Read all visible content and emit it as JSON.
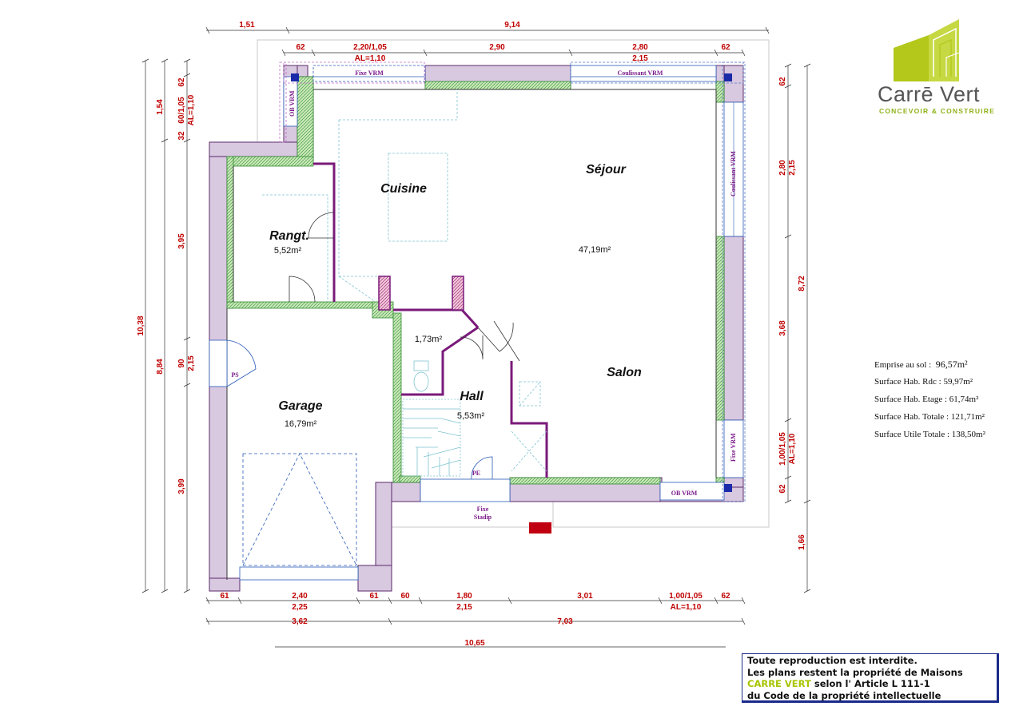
{
  "brand": {
    "name": "Carrē Vert",
    "tagline": "CONCEVOIR & CONSTRUIRE",
    "color": "#a8c400"
  },
  "rooms": {
    "sejour": "Séjour",
    "cuisine": "Cuisine",
    "sejour_area": "47,19m²",
    "rangt": "Rangt.",
    "rangt_area": "5,52m²",
    "wc_area": "1,73m²",
    "hall": "Hall",
    "hall_area": "5,53m²",
    "salon": "Salon",
    "garage": "Garage",
    "garage_area": "16,79m²"
  },
  "windows": {
    "fixe_vrm": "Fixe  VRM",
    "coulissant_vrm_top": "Coulissant  VRM",
    "ob_vrm_left": "OB  VRM",
    "coulissant_vrm_right": "Coulissant  VRM",
    "fixe_vrm_right": "Fixe  VRM",
    "ob_vrm_bottom": "OB  VRM",
    "fixe_stadip_1": "Fixe",
    "fixe_stadip_2": "Stadip",
    "ps": "PS",
    "pe": "PE"
  },
  "dimensions": {
    "top_1_51": "1,51",
    "top_9_14": "9,14",
    "top_62a": "62",
    "top_220": "2,20/1,05",
    "top_al": "AL=1,10",
    "top_290": "2,90",
    "top_280": "2,80",
    "top_215": "2,15",
    "top_62b": "62",
    "left_154": "1,54",
    "left_32": "32",
    "left_60_105": "60/1,05",
    "left_62": "62",
    "left_al": "AL=1,10",
    "left_395": "3,95",
    "left_1038": "10,38",
    "left_884": "8,84",
    "left_90": "90",
    "left_215": "2,15",
    "left_399": "3,99",
    "right_62a": "62",
    "right_280": "2,80",
    "right_215": "2,15",
    "right_872": "8,72",
    "right_368": "3,68",
    "right_100_105": "1,00/1,05",
    "right_al": "AL=1,10",
    "right_62b": "62",
    "right_166": "1,66",
    "bot_61a": "61",
    "bot_240": "2,40",
    "bot_225": "2,25",
    "bot_61b": "61",
    "bot_60": "60",
    "bot_180": "1,80",
    "bot_215": "2,15",
    "bot_301": "3,01",
    "bot_100_105": "1,00/1,05",
    "bot_al": "AL=1,10",
    "bot_62": "62",
    "bot_362": "3,62",
    "bot_703": "7,03",
    "bot_1065": "10,65"
  },
  "surfaces": {
    "emprise": "Emprise au sol :",
    "emprise_val": "96,57m²",
    "rdc": "Surface Hab. Rdc : 59,97m²",
    "etage": "Surface Hab. Etage : 61,74m²",
    "totale": "Surface Hab. Totale : 121,71m²",
    "utile": "Surface Utile Totale : 138,50m²"
  },
  "copyright": {
    "line1": "Toute reproduction est interdite.",
    "line2": "Les plans restent la propriété de  Maisons",
    "line3_brand": "CARRE VERT",
    "line3_rest": " selon l' Article L 111-1",
    "line4": "du Code de la propriété intellectuelle"
  }
}
